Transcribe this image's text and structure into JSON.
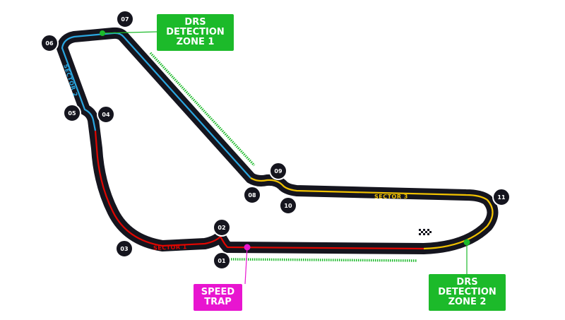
{
  "turns": [
    {
      "id": "01",
      "label": "01"
    },
    {
      "id": "02",
      "label": "02"
    },
    {
      "id": "03",
      "label": "03"
    },
    {
      "id": "04",
      "label": "04"
    },
    {
      "id": "05",
      "label": "05"
    },
    {
      "id": "06",
      "label": "06"
    },
    {
      "id": "07",
      "label": "07"
    },
    {
      "id": "08",
      "label": "08"
    },
    {
      "id": "09",
      "label": "09"
    },
    {
      "id": "10",
      "label": "10"
    },
    {
      "id": "11",
      "label": "11"
    }
  ],
  "sectors": {
    "s1": {
      "label": "SECTOR 1",
      "color": "#e10600"
    },
    "s2": {
      "label": "SECTOR 2",
      "color": "#2aa6e0"
    },
    "s3": {
      "label": "SECTOR 3",
      "color": "#f2c200"
    }
  },
  "drs1": {
    "line1": "DRS",
    "line2": "DETECTION",
    "line3": "ZONE 1"
  },
  "drs2": {
    "line1": "DRS",
    "line2": "DETECTION",
    "line3": "ZONE 2"
  },
  "speed_trap": {
    "line1": "SPEED",
    "line2": "TRAP"
  },
  "colors": {
    "track": "#15151e",
    "drs": "#1cba2a",
    "speed_trap": "#e815d0",
    "background": "#ffffff"
  },
  "icons": {
    "direction": "direction-chevrons-icon",
    "finish": "chequered-flag-icon"
  }
}
